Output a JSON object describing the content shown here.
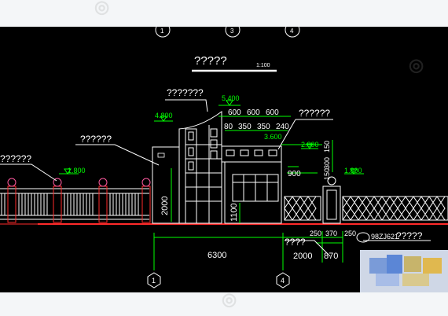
{
  "drawing": {
    "title": "?????",
    "scale": "1:100",
    "grid_top": [
      "1",
      "3",
      "4"
    ],
    "grid_bottom": [
      "1",
      "4"
    ],
    "labels": {
      "left_wall": "??????",
      "left_top": "??????",
      "tower": "???????",
      "right_roof": "??????",
      "bottom_left": "????",
      "bottom_right": "?????",
      "tile": "98ZJ621"
    },
    "elevations": {
      "tower_top": "5.400",
      "roof_mid": "3.600",
      "left_roof": "4.800",
      "right_wall": "2.800",
      "fence_left": "1.800",
      "fence_right": "1.800"
    },
    "dims": {
      "top_row": [
        "600",
        "600",
        "600"
      ],
      "second_row": [
        "80",
        "350",
        "350",
        "240"
      ],
      "vertical_right": [
        "150",
        "300",
        "150"
      ],
      "door_right": "900",
      "height_left": "2000",
      "height_mid": "1100",
      "right_small": [
        "250",
        "370",
        "250"
      ],
      "bottom_main": "6300",
      "bottom_right": [
        "2000",
        "870"
      ]
    }
  },
  "colors": {
    "background": "#000000",
    "linework": "#ffffff",
    "dimension": "#00ff00",
    "ground": "#ff2a2a",
    "accent": "#ff5aa0"
  }
}
